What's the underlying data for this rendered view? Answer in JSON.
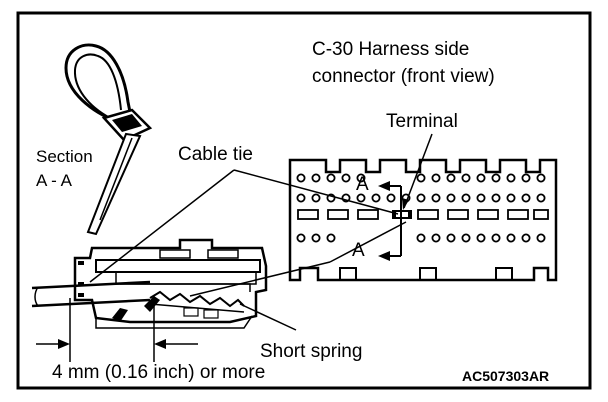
{
  "labels": {
    "connector_title_1": "C-30 Harness side",
    "connector_title_2": "connector (front view)",
    "terminal": "Terminal",
    "section_1": "Section",
    "section_2": "A - A",
    "cable_tie": "Cable tie",
    "section_mark_top": "A",
    "section_mark_bottom": "A",
    "short_spring": "Short spring",
    "dimension": "4 mm (0.16 inch) or more",
    "figure_code": "AC507303AR"
  }
}
